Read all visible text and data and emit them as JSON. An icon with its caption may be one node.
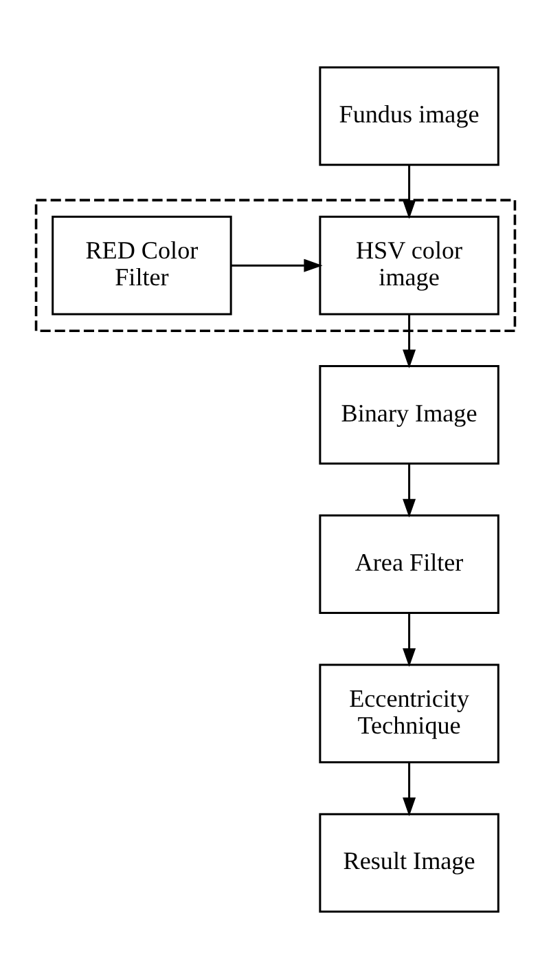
{
  "diagram": {
    "nodes": [
      {
        "text": [
          "Fundus image"
        ]
      },
      {
        "text": [],
        "shape": "box"
      },
      {
        "text": [
          "HSV color image"
        ],
        "in": 1
      },
      {
        "text": [
          "RED Color Filter"
        ],
        "in": 1
      },
      {
        "text": [
          "Binary Image"
        ]
      },
      {
        "text": [
          "Area Filter"
        ]
      },
      {
        "text": [
          "Eccentricity Technique"
        ]
      },
      {
        "text": [
          "Result Image"
        ]
      }
    ],
    "edges": [
      {
        "from": 0,
        "to": 2,
        "arrow": "to"
      },
      {
        "from": 3,
        "to": 2,
        "arrow": "to"
      },
      {
        "from": 2,
        "to": 4,
        "arrow": "to"
      },
      {
        "from": 4,
        "to": 5,
        "arrow": "to"
      },
      {
        "from": 5,
        "to": 6,
        "arrow": "to"
      },
      {
        "from": 6,
        "to": 7,
        "arrow": "to"
      }
    ]
  }
}
